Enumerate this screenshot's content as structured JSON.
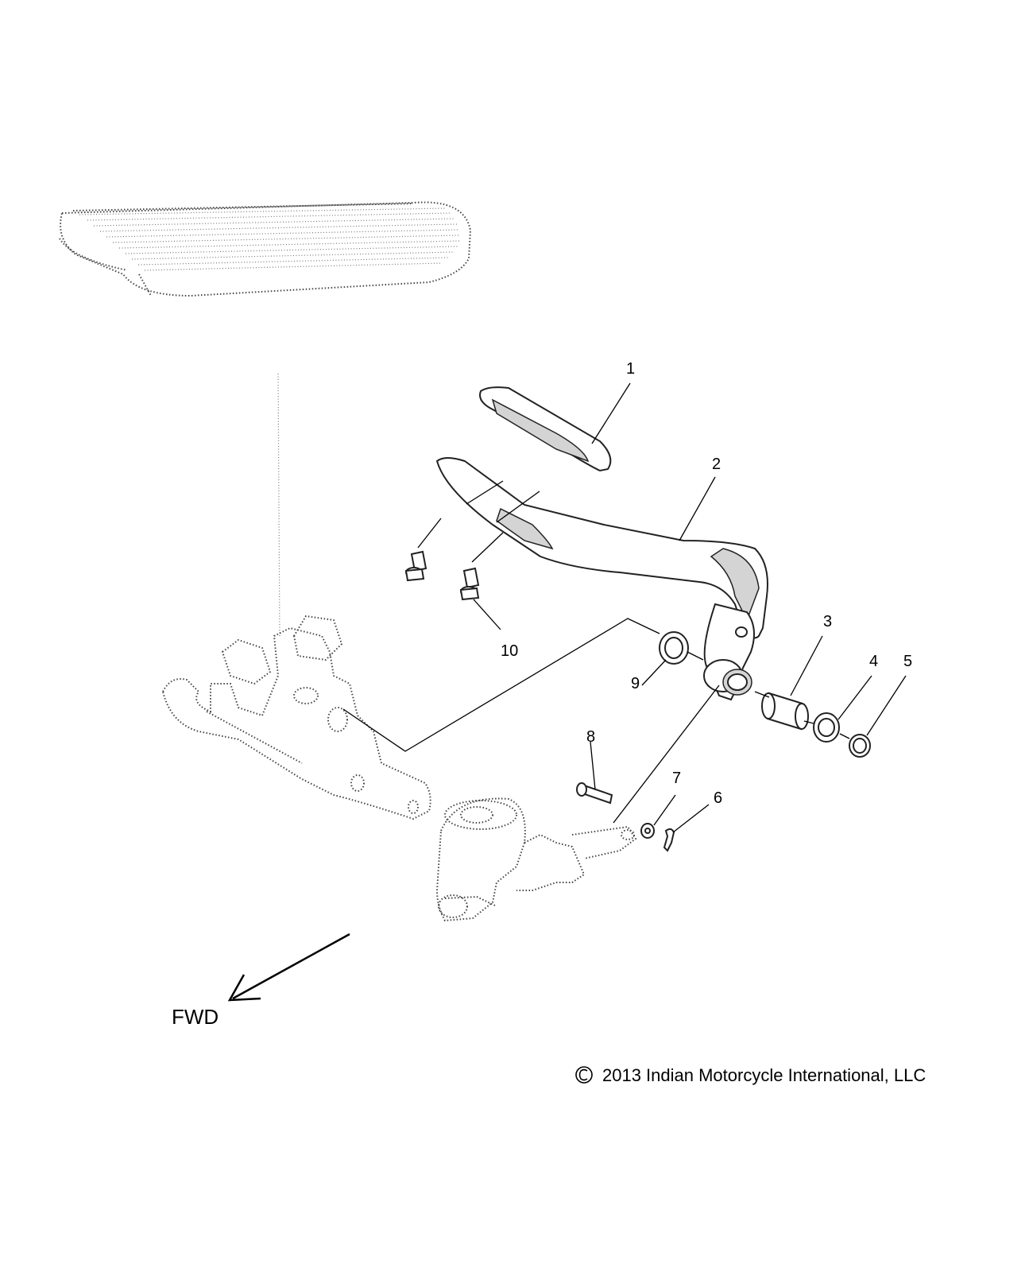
{
  "callouts": [
    "1",
    "2",
    "3",
    "4",
    "5",
    "6",
    "7",
    "8",
    "9",
    "10"
  ],
  "direction_label": "FWD",
  "copyright": "2013 Indian Motorcycle International, LLC",
  "icons": [
    "forward-arrow-icon",
    "copyright-icon"
  ]
}
